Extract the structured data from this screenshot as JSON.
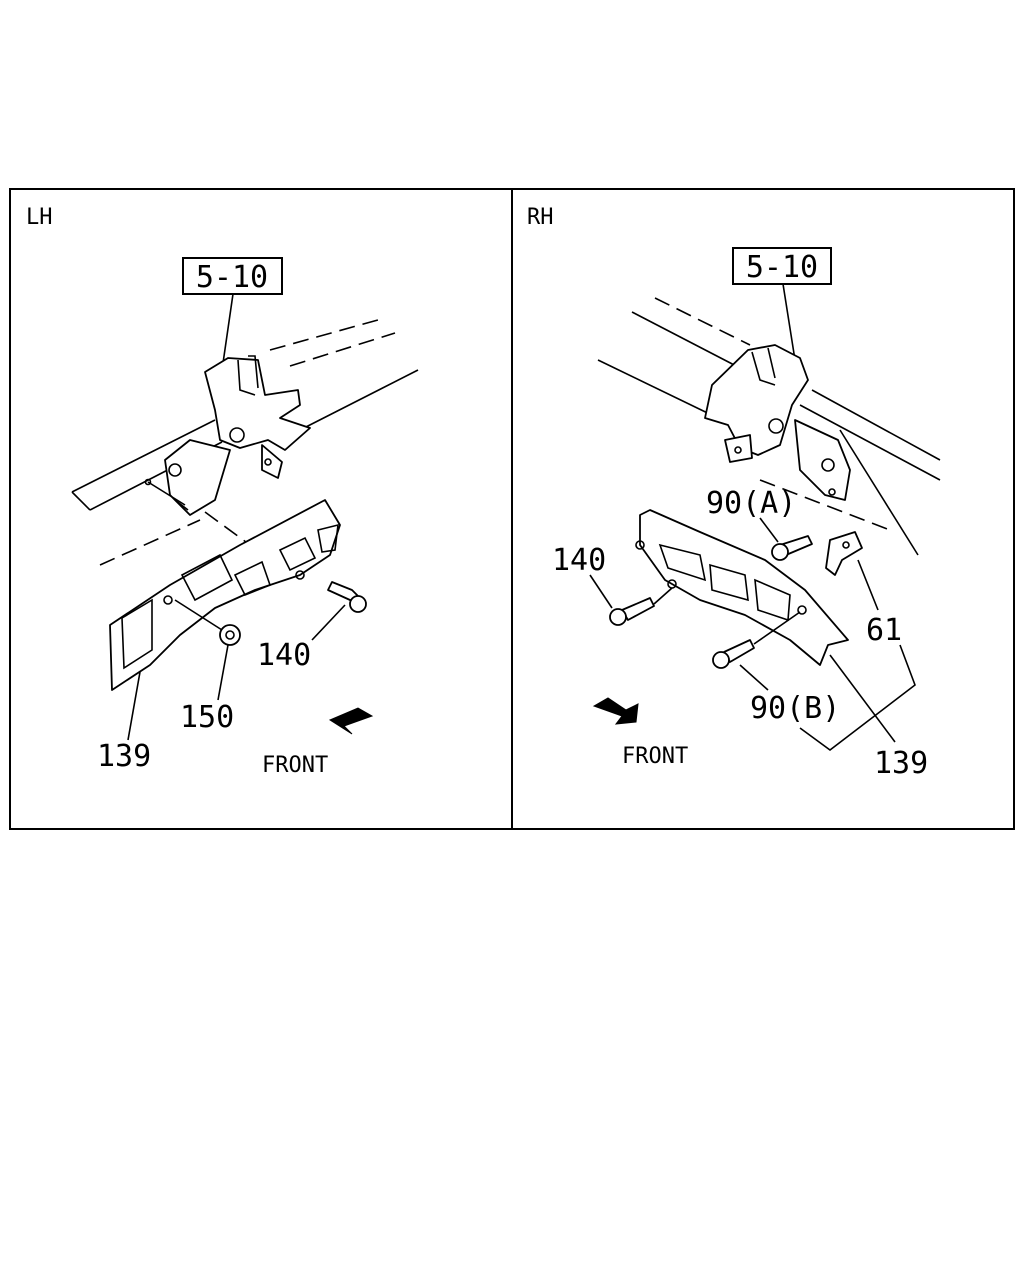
{
  "panels": [
    {
      "side": "LH",
      "ref": "5-10",
      "callouts": {
        "bracket": "139",
        "bolt": "140",
        "nut": "150"
      },
      "front": "FRONT"
    },
    {
      "side": "RH",
      "ref": "5-10",
      "callouts": {
        "bolt_a": "90(A)",
        "bolt": "140",
        "bracket_small": "61",
        "bolt_b": "90(B)",
        "bracket": "139"
      },
      "front": "FRONT"
    }
  ]
}
